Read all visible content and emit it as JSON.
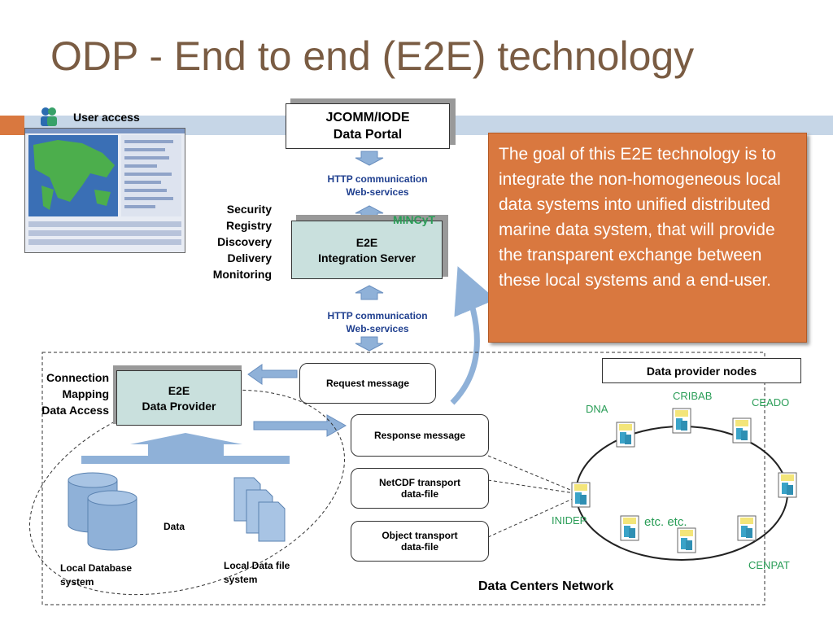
{
  "title": "ODP - End to end (E2E) technology",
  "user_access": "User access",
  "portal": {
    "line1": "JCOMM/IODE",
    "line2": "Data Portal"
  },
  "http_top": {
    "line1": "HTTP communication",
    "line2": "Web-services"
  },
  "http_bottom": {
    "line1": "HTTP communication",
    "line2": "Web-services"
  },
  "server_functions": [
    "Security",
    "Registry",
    "Discovery",
    "Delivery",
    "Monitoring"
  ],
  "mincyt": "MINCyT",
  "server": {
    "line1": "E2E",
    "line2": "Integration Server"
  },
  "goal_text": "The goal of this E2E technology is to integrate the  non-homogeneous local data systems into unified distributed marine data system, that will provide the transparent exchange between these local systems and a end-user.",
  "provider_functions": [
    "Connection",
    "Mapping",
    "Data Access"
  ],
  "provider": {
    "line1": "E2E",
    "line2": "Data Provider"
  },
  "request_message": "Request message",
  "response_message": "Response message",
  "netcdf": {
    "line1": "NetCDF transport",
    "line2": "data-file"
  },
  "object": {
    "line1": "Object transport",
    "line2": "data-file"
  },
  "data_label": "Data",
  "local_db": {
    "line1": "Local Database",
    "line2": "system"
  },
  "local_file": {
    "line1": "Local Data file",
    "line2": "system"
  },
  "network_title": "Data Centers Network",
  "provider_nodes_title": "Data provider nodes",
  "nodes": {
    "dna": "DNA",
    "cribab": "CRIBAB",
    "ceado": "CEADO",
    "inidep": "INIDEP",
    "cenpat": "CENPAT",
    "etc": "etc.  etc."
  },
  "colors": {
    "title": "#7a5c43",
    "goal_box": "#d9783f",
    "server_fill": "#c9e0dd",
    "http_text": "#1f3f8f",
    "node_label": "#2a9d57",
    "arrow": "#8fb1d8"
  }
}
